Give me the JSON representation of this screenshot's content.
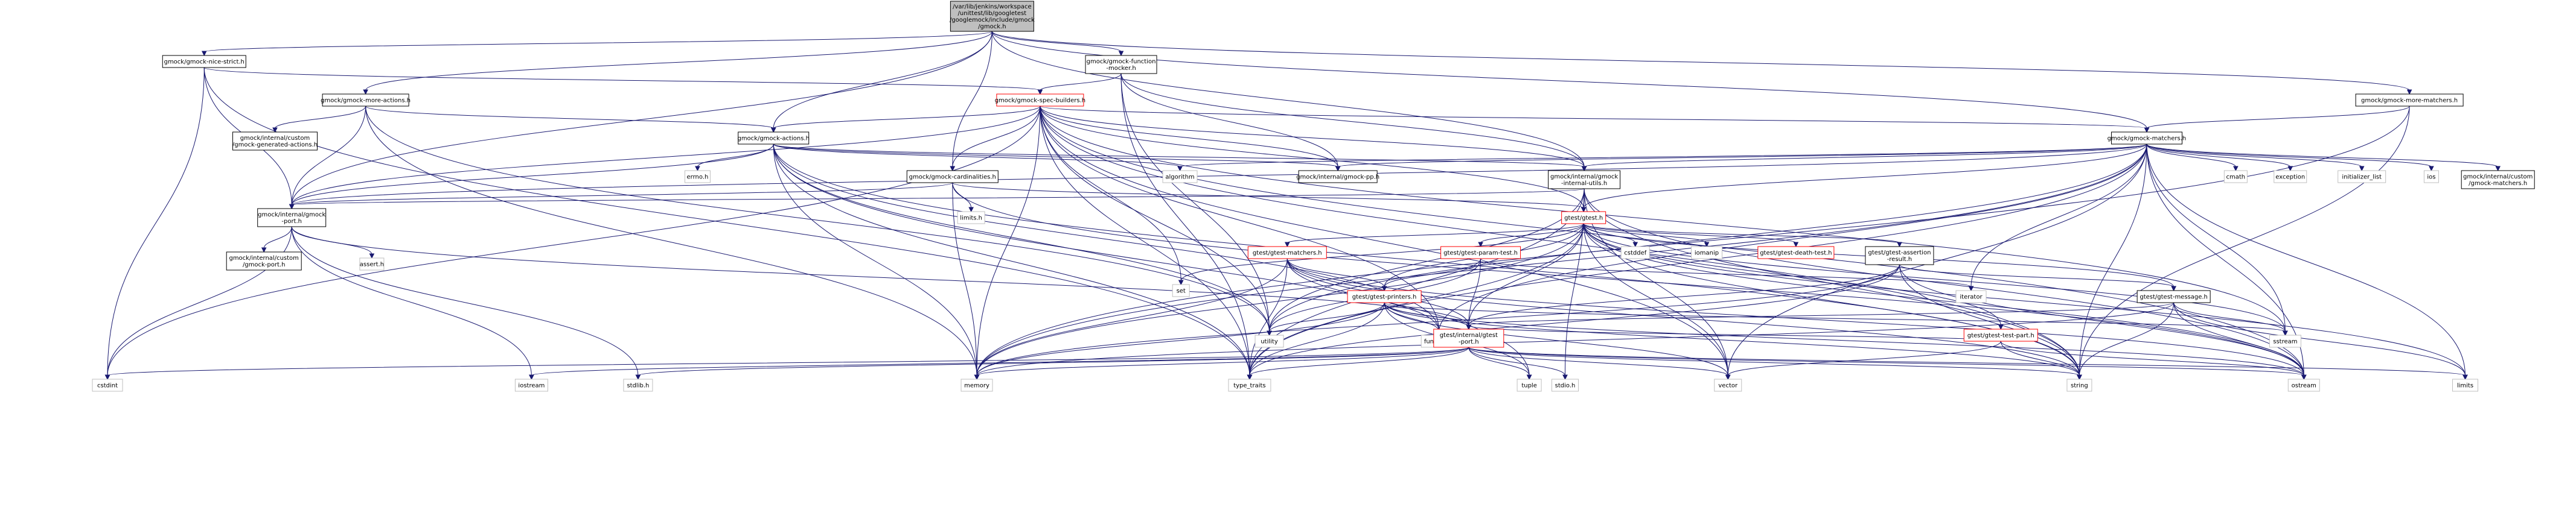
{
  "colors": {
    "root_fill": "#bfbfbf",
    "root_stroke": "#000000",
    "doc_fill": "#ffffff",
    "doc_stroke": "#000000",
    "truncated_stroke": "#ff0000",
    "sys_stroke": "#bfbfbf",
    "sys_text": "#404040",
    "edge": "#191970",
    "background": "#ffffff"
  },
  "nodes": [
    {
      "id": "root",
      "kind": "root",
      "lines": [
        "/var/lib/jenkins/workspace",
        "/unittest/lib/googletest",
        "/googlemock/include/gmock",
        "/gmock.h"
      ]
    },
    {
      "id": "nice_strict",
      "kind": "doc",
      "lines": [
        "gmock/gmock-nice-strict.h"
      ]
    },
    {
      "id": "more_actions",
      "kind": "doc",
      "lines": [
        "gmock/gmock-more-actions.h"
      ]
    },
    {
      "id": "function_mocker",
      "kind": "doc",
      "lines": [
        "gmock/gmock-function",
        "-mocker.h"
      ]
    },
    {
      "id": "more_matchers",
      "kind": "doc",
      "lines": [
        "gmock/gmock-more-matchers.h"
      ]
    },
    {
      "id": "spec_builders",
      "kind": "truncated",
      "lines": [
        "gmock/gmock-spec-builders.h"
      ]
    },
    {
      "id": "generated_actions",
      "kind": "doc",
      "lines": [
        "gmock/internal/custom",
        "/gmock-generated-actions.h"
      ]
    },
    {
      "id": "actions",
      "kind": "doc",
      "lines": [
        "gmock/gmock-actions.h"
      ]
    },
    {
      "id": "matchers",
      "kind": "doc",
      "lines": [
        "gmock/gmock-matchers.h"
      ]
    },
    {
      "id": "cardinalities",
      "kind": "doc",
      "lines": [
        "gmock/gmock-cardinalities.h"
      ]
    },
    {
      "id": "errno",
      "kind": "sys",
      "lines": [
        "errno.h"
      ]
    },
    {
      "id": "algorithm",
      "kind": "sys",
      "lines": [
        "algorithm"
      ]
    },
    {
      "id": "gmock_pp",
      "kind": "doc",
      "lines": [
        "gmock/internal/gmock-pp.h"
      ]
    },
    {
      "id": "internal_utils",
      "kind": "doc",
      "lines": [
        "gmock/internal/gmock",
        "-internal-utils.h"
      ]
    },
    {
      "id": "cmath",
      "kind": "sys",
      "lines": [
        "cmath"
      ]
    },
    {
      "id": "exception",
      "kind": "sys",
      "lines": [
        "exception"
      ]
    },
    {
      "id": "initializer_list",
      "kind": "sys",
      "lines": [
        "initializer_list"
      ]
    },
    {
      "id": "ios",
      "kind": "sys",
      "lines": [
        "ios"
      ]
    },
    {
      "id": "custom_matchers",
      "kind": "doc",
      "lines": [
        "gmock/internal/custom",
        "/gmock-matchers.h"
      ]
    },
    {
      "id": "gmock_port",
      "kind": "doc",
      "lines": [
        "gmock/internal/gmock",
        "-port.h"
      ]
    },
    {
      "id": "limits_h",
      "kind": "sys",
      "lines": [
        "limits.h"
      ]
    },
    {
      "id": "gtest",
      "kind": "truncated",
      "lines": [
        "gtest/gtest.h"
      ]
    },
    {
      "id": "custom_port",
      "kind": "doc",
      "lines": [
        "gmock/internal/custom",
        "/gmock-port.h"
      ]
    },
    {
      "id": "assert",
      "kind": "sys",
      "lines": [
        "assert.h"
      ]
    },
    {
      "id": "gtest_matchers",
      "kind": "truncated",
      "lines": [
        "gtest/gtest-matchers.h"
      ]
    },
    {
      "id": "param_test",
      "kind": "truncated",
      "lines": [
        "gtest/gtest-param-test.h"
      ]
    },
    {
      "id": "set",
      "kind": "sys",
      "lines": [
        "set"
      ]
    },
    {
      "id": "cstddef",
      "kind": "sys",
      "lines": [
        "cstddef"
      ]
    },
    {
      "id": "iomanip",
      "kind": "sys",
      "lines": [
        "iomanip"
      ]
    },
    {
      "id": "death_test",
      "kind": "truncated",
      "lines": [
        "gtest/gtest-death-test.h"
      ]
    },
    {
      "id": "assertion_result",
      "kind": "doc",
      "lines": [
        "gtest/gtest-assertion",
        "-result.h"
      ]
    },
    {
      "id": "printers",
      "kind": "truncated",
      "lines": [
        "gtest/gtest-printers.h"
      ]
    },
    {
      "id": "iterator",
      "kind": "sys",
      "lines": [
        "iterator"
      ]
    },
    {
      "id": "gtest_message",
      "kind": "doc",
      "lines": [
        "gtest/gtest-message.h"
      ]
    },
    {
      "id": "utility",
      "kind": "sys",
      "lines": [
        "utility"
      ]
    },
    {
      "id": "functional",
      "kind": "sys",
      "lines": [
        "functional"
      ]
    },
    {
      "id": "gtest_port",
      "kind": "truncated",
      "lines": [
        "gtest/internal/gtest",
        "-port.h"
      ]
    },
    {
      "id": "test_part",
      "kind": "truncated",
      "lines": [
        "gtest/gtest-test-part.h"
      ]
    },
    {
      "id": "sstream",
      "kind": "sys",
      "lines": [
        "sstream"
      ]
    },
    {
      "id": "cstdint",
      "kind": "sys",
      "lines": [
        "cstdint"
      ]
    },
    {
      "id": "iostream",
      "kind": "sys",
      "lines": [
        "iostream"
      ]
    },
    {
      "id": "stdlib",
      "kind": "sys",
      "lines": [
        "stdlib.h"
      ]
    },
    {
      "id": "memory",
      "kind": "sys",
      "lines": [
        "memory"
      ]
    },
    {
      "id": "type_traits",
      "kind": "sys",
      "lines": [
        "type_traits"
      ]
    },
    {
      "id": "tuple",
      "kind": "sys",
      "lines": [
        "tuple"
      ]
    },
    {
      "id": "stdio",
      "kind": "sys",
      "lines": [
        "stdio.h"
      ]
    },
    {
      "id": "vector",
      "kind": "sys",
      "lines": [
        "vector"
      ]
    },
    {
      "id": "string",
      "kind": "sys",
      "lines": [
        "string"
      ]
    },
    {
      "id": "ostream",
      "kind": "sys",
      "lines": [
        "ostream"
      ]
    },
    {
      "id": "limits",
      "kind": "sys",
      "lines": [
        "limits"
      ]
    }
  ],
  "edges": [
    [
      "root",
      "nice_strict"
    ],
    [
      "root",
      "more_actions"
    ],
    [
      "root",
      "function_mocker"
    ],
    [
      "root",
      "more_matchers"
    ],
    [
      "root",
      "actions"
    ],
    [
      "root",
      "matchers"
    ],
    [
      "root",
      "cardinalities"
    ],
    [
      "root",
      "internal_utils"
    ],
    [
      "root",
      "gmock_port"
    ],
    [
      "nice_strict",
      "spec_builders"
    ],
    [
      "nice_strict",
      "gmock_port"
    ],
    [
      "nice_strict",
      "cstdint"
    ],
    [
      "nice_strict",
      "type_traits"
    ],
    [
      "more_actions",
      "generated_actions"
    ],
    [
      "more_actions",
      "actions"
    ],
    [
      "more_actions",
      "gmock_port"
    ],
    [
      "more_actions",
      "utility"
    ],
    [
      "more_actions",
      "memory"
    ],
    [
      "function_mocker",
      "spec_builders"
    ],
    [
      "function_mocker",
      "internal_utils"
    ],
    [
      "function_mocker",
      "gmock_pp"
    ],
    [
      "function_mocker",
      "type_traits"
    ],
    [
      "function_mocker",
      "utility"
    ],
    [
      "more_matchers",
      "matchers"
    ],
    [
      "more_matchers",
      "memory"
    ],
    [
      "more_matchers",
      "string"
    ],
    [
      "spec_builders",
      "actions"
    ],
    [
      "spec_builders",
      "matchers"
    ],
    [
      "spec_builders",
      "cardinalities"
    ],
    [
      "spec_builders",
      "internal_utils"
    ],
    [
      "spec_builders",
      "gmock_port"
    ],
    [
      "spec_builders",
      "gtest"
    ],
    [
      "spec_builders",
      "set"
    ],
    [
      "spec_builders",
      "functional"
    ],
    [
      "spec_builders",
      "vector"
    ],
    [
      "spec_builders",
      "memory"
    ],
    [
      "spec_builders",
      "string"
    ],
    [
      "spec_builders",
      "ostream"
    ],
    [
      "spec_builders",
      "sstream"
    ],
    [
      "spec_builders",
      "type_traits"
    ],
    [
      "spec_builders",
      "utility"
    ],
    [
      "spec_builders",
      "cstdint"
    ],
    [
      "spec_builders",
      "gmock_pp"
    ],
    [
      "actions",
      "errno"
    ],
    [
      "actions",
      "algorithm"
    ],
    [
      "actions",
      "functional"
    ],
    [
      "actions",
      "memory"
    ],
    [
      "actions",
      "string"
    ],
    [
      "actions",
      "tuple"
    ],
    [
      "actions",
      "type_traits"
    ],
    [
      "actions",
      "utility"
    ],
    [
      "actions",
      "internal_utils"
    ],
    [
      "actions",
      "gmock_port"
    ],
    [
      "actions",
      "gmock_pp"
    ],
    [
      "matchers",
      "algorithm"
    ],
    [
      "matchers",
      "cmath"
    ],
    [
      "matchers",
      "exception"
    ],
    [
      "matchers",
      "functional"
    ],
    [
      "matchers",
      "initializer_list"
    ],
    [
      "matchers",
      "ios"
    ],
    [
      "matchers",
      "iterator"
    ],
    [
      "matchers",
      "limits"
    ],
    [
      "matchers",
      "memory"
    ],
    [
      "matchers",
      "ostream"
    ],
    [
      "matchers",
      "sstream"
    ],
    [
      "matchers",
      "string"
    ],
    [
      "matchers",
      "type_traits"
    ],
    [
      "matchers",
      "utility"
    ],
    [
      "matchers",
      "vector"
    ],
    [
      "matchers",
      "internal_utils"
    ],
    [
      "matchers",
      "gmock_port"
    ],
    [
      "matchers",
      "gmock_pp"
    ],
    [
      "matchers",
      "gtest"
    ],
    [
      "matchers",
      "custom_matchers"
    ],
    [
      "cardinalities",
      "limits_h"
    ],
    [
      "cardinalities",
      "memory"
    ],
    [
      "cardinalities",
      "ostream"
    ],
    [
      "cardinalities",
      "gmock_port"
    ],
    [
      "cardinalities",
      "gtest"
    ],
    [
      "internal_utils",
      "gtest"
    ],
    [
      "internal_utils",
      "gmock_port"
    ],
    [
      "internal_utils",
      "stdio"
    ],
    [
      "internal_utils",
      "ostream"
    ],
    [
      "internal_utils",
      "string"
    ],
    [
      "internal_utils",
      "type_traits"
    ],
    [
      "internal_utils",
      "utility"
    ],
    [
      "internal_utils",
      "vector"
    ],
    [
      "gmock_port",
      "assert"
    ],
    [
      "gmock_port",
      "stdlib"
    ],
    [
      "gmock_port",
      "cstdint"
    ],
    [
      "gmock_port",
      "iostream"
    ],
    [
      "gmock_port",
      "custom_port"
    ],
    [
      "gmock_port",
      "gtest_port"
    ],
    [
      "gtest",
      "cstddef"
    ],
    [
      "gtest",
      "iomanip"
    ],
    [
      "gtest",
      "limits"
    ],
    [
      "gtest",
      "memory"
    ],
    [
      "gtest",
      "ostream"
    ],
    [
      "gtest",
      "set"
    ],
    [
      "gtest",
      "sstream"
    ],
    [
      "gtest",
      "string"
    ],
    [
      "gtest",
      "type_traits"
    ],
    [
      "gtest",
      "vector"
    ],
    [
      "gtest",
      "assertion_result"
    ],
    [
      "gtest",
      "death_test"
    ],
    [
      "gtest",
      "gtest_matchers"
    ],
    [
      "gtest",
      "gtest_message"
    ],
    [
      "gtest",
      "param_test"
    ],
    [
      "gtest",
      "printers"
    ],
    [
      "gtest",
      "test_part"
    ],
    [
      "gtest",
      "gtest_port"
    ],
    [
      "gtest_matchers",
      "atomic_placeholder"
    ],
    [
      "gtest_matchers",
      "functional"
    ],
    [
      "gtest_matchers",
      "memory"
    ],
    [
      "gtest_matchers",
      "ostream"
    ],
    [
      "gtest_matchers",
      "string"
    ],
    [
      "gtest_matchers",
      "type_traits"
    ],
    [
      "gtest_matchers",
      "printers"
    ],
    [
      "gtest_matchers",
      "gtest_port"
    ],
    [
      "param_test",
      "iterator"
    ],
    [
      "param_test",
      "utility"
    ],
    [
      "param_test",
      "gtest_port"
    ],
    [
      "param_test",
      "printers"
    ],
    [
      "assertion_result",
      "memory"
    ],
    [
      "assertion_result",
      "ostream"
    ],
    [
      "assertion_result",
      "string"
    ],
    [
      "assertion_result",
      "type_traits"
    ],
    [
      "assertion_result",
      "gtest_message"
    ],
    [
      "assertion_result",
      "gtest_port"
    ],
    [
      "printers",
      "functional"
    ],
    [
      "printers",
      "memory"
    ],
    [
      "printers",
      "ostream"
    ],
    [
      "printers",
      "sstream"
    ],
    [
      "printers",
      "string"
    ],
    [
      "printers",
      "tuple"
    ],
    [
      "printers",
      "type_traits"
    ],
    [
      "printers",
      "utility"
    ],
    [
      "printers",
      "vector"
    ],
    [
      "printers",
      "gtest_port"
    ],
    [
      "gtest_message",
      "limits"
    ],
    [
      "gtest_message",
      "memory"
    ],
    [
      "gtest_message",
      "ostream"
    ],
    [
      "gtest_message",
      "sstream"
    ],
    [
      "gtest_message",
      "string"
    ],
    [
      "gtest_message",
      "gtest_port"
    ],
    [
      "test_part",
      "iosfwd_placeholder"
    ],
    [
      "test_part",
      "ostream"
    ],
    [
      "test_part",
      "string"
    ],
    [
      "test_part",
      "vector"
    ],
    [
      "test_part",
      "gtest_port"
    ],
    [
      "gtest_port",
      "stdio"
    ],
    [
      "gtest_port",
      "stdlib"
    ],
    [
      "gtest_port",
      "cstdint"
    ],
    [
      "gtest_port",
      "iostream"
    ],
    [
      "gtest_port",
      "limits"
    ],
    [
      "gtest_port",
      "locale_placeholder"
    ],
    [
      "gtest_port",
      "memory"
    ],
    [
      "gtest_port",
      "ostream"
    ],
    [
      "gtest_port",
      "string"
    ],
    [
      "gtest_port",
      "tuple"
    ],
    [
      "gtest_port",
      "type_traits"
    ],
    [
      "gtest_port",
      "vector"
    ]
  ]
}
